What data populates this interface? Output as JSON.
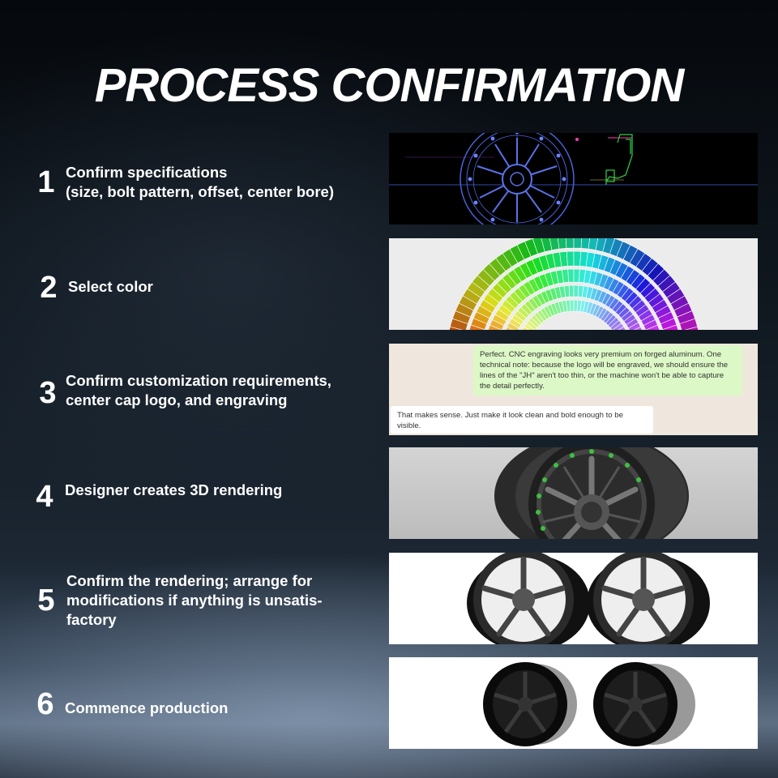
{
  "title": "PROCESS CONFIRMATION",
  "steps": [
    {
      "number": "1",
      "label_lines": [
        "Confirm specifications",
        "(size, bolt pattern, offset, center bore)"
      ]
    },
    {
      "number": "2",
      "label_lines": [
        "Select color"
      ]
    },
    {
      "number": "3",
      "label_lines": [
        "Confirm customization requirements,",
        "center cap logo, and engraving"
      ]
    },
    {
      "number": "4",
      "label_lines": [
        "Designer creates 3D rendering"
      ]
    },
    {
      "number": "5",
      "label_lines": [
        "Confirm the rendering; arrange for",
        "modifications if anything is unsatis-",
        "factory"
      ]
    },
    {
      "number": "6",
      "label_lines": [
        "Commence production"
      ]
    }
  ],
  "chat": {
    "outgoing": "Perfect. CNC engraving looks very premium on forged aluminum. One technical note: because the logo will be engraved, we should ensure the lines of the \"JH\" aren't too thin, or the machine won't be able to capture the detail perfectly.",
    "incoming": "That makes sense. Just make it look clean and bold enough to be visible."
  },
  "colors": {
    "outgoing_bubble": "#dcf8c6",
    "incoming_bubble": "#ffffff",
    "chat_background": "#efe7dd",
    "cad_background": "#000000",
    "cad_lines": "#4a63d8"
  }
}
